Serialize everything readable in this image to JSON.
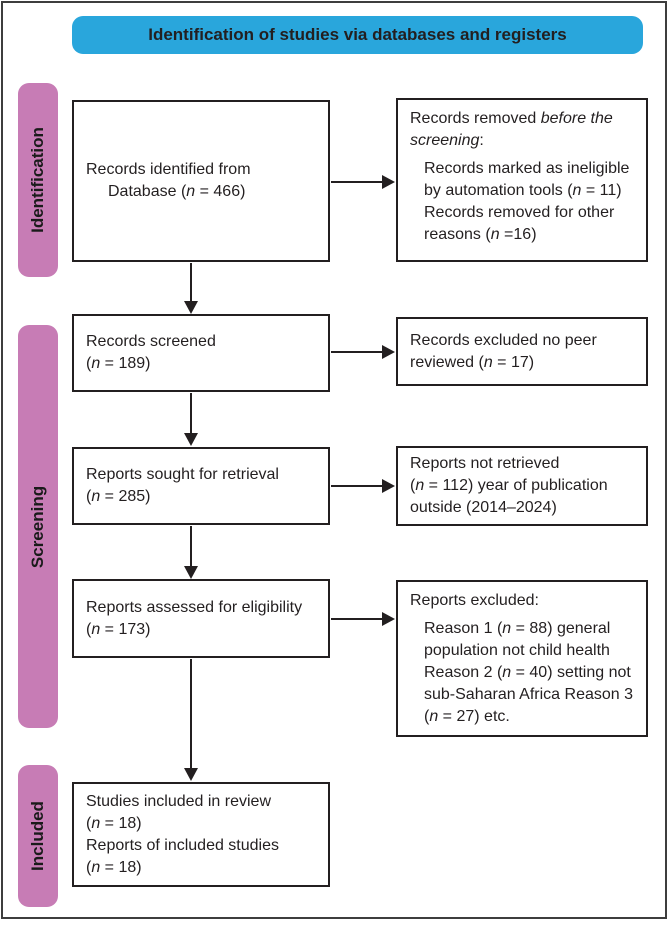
{
  "banner": {
    "label": "Identification of studies via databases and registers"
  },
  "stages": [
    {
      "label": "Identification"
    },
    {
      "label": "Screening"
    },
    {
      "label": "Included"
    }
  ],
  "colors": {
    "banner_blue": "#29A6DC",
    "stage_pink": "#C77CB5",
    "text": "#231F20"
  },
  "boxes": {
    "records_identified": {
      "lines": [
        {
          "segments": [
            {
              "text": "Records identified from"
            }
          ]
        },
        {
          "indent": 1,
          "segments": [
            {
              "text": "Database ("
            },
            {
              "text": "n",
              "italic": true
            },
            {
              "text": " = 466)"
            }
          ]
        }
      ]
    },
    "records_removed": {
      "lines": [
        {
          "segments": [
            {
              "text": "Records removed "
            },
            {
              "text": "before the",
              "italic": true
            }
          ]
        },
        {
          "segments": [
            {
              "text": "screening",
              "italic": true
            },
            {
              "text": ":"
            }
          ]
        },
        {
          "indent": 1,
          "gap": true,
          "segments": [
            {
              "text": "Records marked as ineligible"
            }
          ]
        },
        {
          "indent": 1,
          "segments": [
            {
              "text": "by automation tools ("
            },
            {
              "text": "n",
              "italic": true
            },
            {
              "text": " = 11)"
            }
          ]
        },
        {
          "indent": 1,
          "segments": [
            {
              "text": "Records removed for other"
            }
          ]
        },
        {
          "indent": 1,
          "segments": [
            {
              "text": "reasons ("
            },
            {
              "text": "n",
              "italic": true
            },
            {
              "text": " =16)"
            }
          ]
        }
      ]
    },
    "records_screened": {
      "lines": [
        {
          "segments": [
            {
              "text": "Records screened"
            }
          ]
        },
        {
          "segments": [
            {
              "text": "("
            },
            {
              "text": "n",
              "italic": true
            },
            {
              "text": " = 189)"
            }
          ]
        }
      ]
    },
    "records_excluded": {
      "lines": [
        {
          "segments": [
            {
              "text": "Records excluded no peer"
            }
          ]
        },
        {
          "segments": [
            {
              "text": "reviewed ("
            },
            {
              "text": "n",
              "italic": true
            },
            {
              "text": " = 17)"
            }
          ]
        }
      ]
    },
    "reports_sought": {
      "lines": [
        {
          "segments": [
            {
              "text": "Reports sought for retrieval"
            }
          ]
        },
        {
          "segments": [
            {
              "text": "("
            },
            {
              "text": "n",
              "italic": true
            },
            {
              "text": " = 285)"
            }
          ]
        }
      ]
    },
    "reports_not_retrieved": {
      "lines": [
        {
          "segments": [
            {
              "text": "Reports not retrieved"
            }
          ]
        },
        {
          "segments": [
            {
              "text": "("
            },
            {
              "text": "n",
              "italic": true
            },
            {
              "text": " = 112) year of publication"
            }
          ]
        },
        {
          "segments": [
            {
              "text": "outside (2014–2024)"
            }
          ]
        }
      ]
    },
    "reports_assessed": {
      "lines": [
        {
          "segments": [
            {
              "text": "Reports assessed for eligibility"
            }
          ]
        },
        {
          "segments": [
            {
              "text": "("
            },
            {
              "text": "n",
              "italic": true
            },
            {
              "text": " = 173)"
            }
          ]
        }
      ]
    },
    "reports_excluded": {
      "lines": [
        {
          "segments": [
            {
              "text": "Reports excluded:"
            }
          ]
        },
        {
          "indent": 1,
          "gap": true,
          "segments": [
            {
              "text": "Reason 1 ("
            },
            {
              "text": "n",
              "italic": true
            },
            {
              "text": " = 88) general"
            }
          ]
        },
        {
          "indent": 1,
          "segments": [
            {
              "text": "population not child health"
            }
          ]
        },
        {
          "indent": 1,
          "segments": [
            {
              "text": "Reason 2 ("
            },
            {
              "text": "n",
              "italic": true
            },
            {
              "text": " = 40) setting not"
            }
          ]
        },
        {
          "indent": 1,
          "segments": [
            {
              "text": "sub-Saharan Africa Reason 3"
            }
          ]
        },
        {
          "indent": 1,
          "segments": [
            {
              "text": "("
            },
            {
              "text": "n",
              "italic": true
            },
            {
              "text": " = 27) etc."
            }
          ]
        }
      ]
    },
    "studies_included": {
      "lines": [
        {
          "segments": [
            {
              "text": "Studies included in review"
            }
          ]
        },
        {
          "segments": [
            {
              "text": "("
            },
            {
              "text": "n",
              "italic": true
            },
            {
              "text": " = 18)"
            }
          ]
        },
        {
          "segments": [
            {
              "text": "Reports of included studies"
            }
          ]
        },
        {
          "segments": [
            {
              "text": "("
            },
            {
              "text": "n",
              "italic": true
            },
            {
              "text": " = 18)"
            }
          ]
        }
      ]
    }
  }
}
